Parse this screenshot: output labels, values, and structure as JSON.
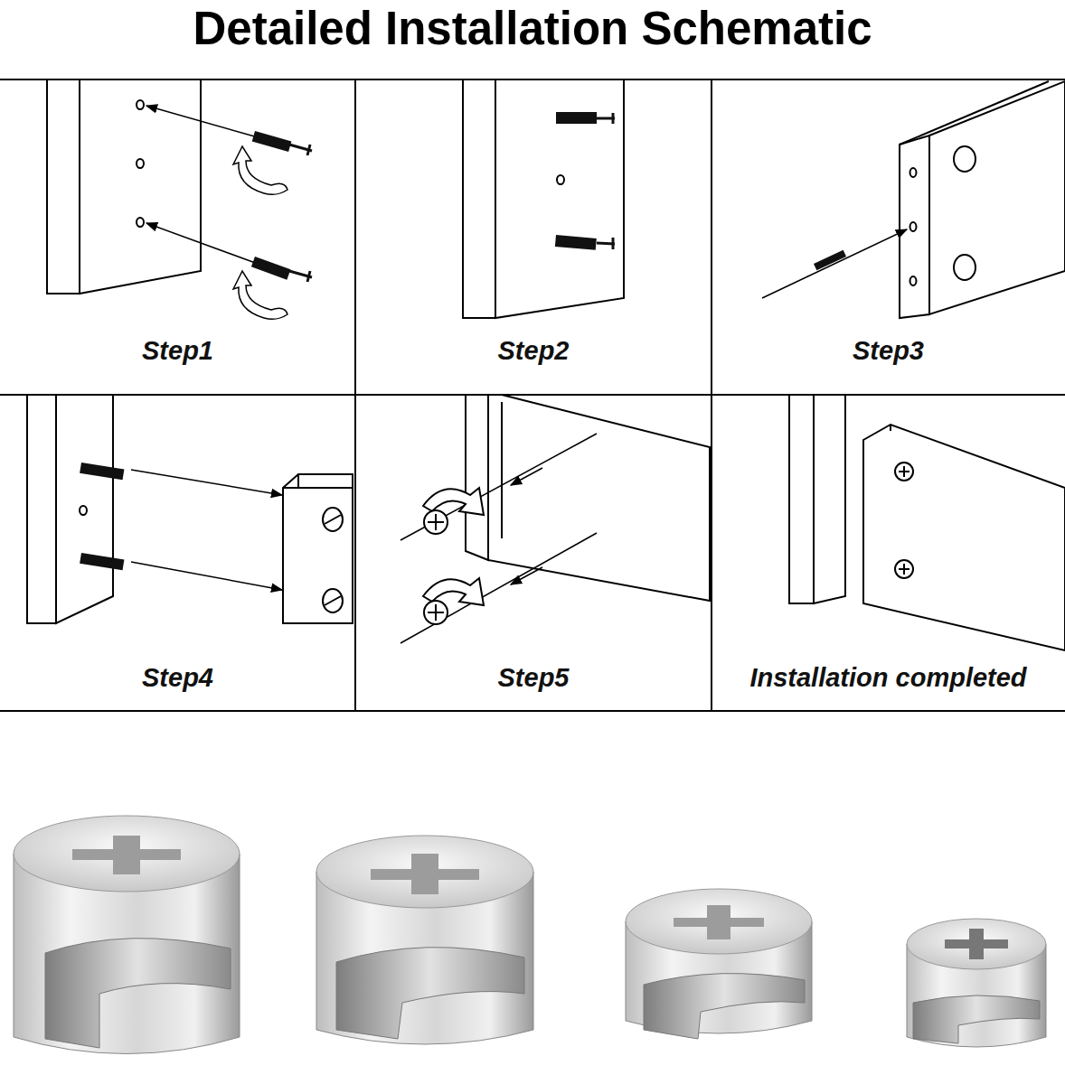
{
  "diagram": {
    "title": "Detailed Installation Schematic",
    "nodes": [
      {
        "text": [
          "Step1"
        ]
      },
      {
        "text": [
          "Step2"
        ]
      },
      {
        "text": [
          "Step3"
        ]
      },
      {
        "text": [
          "Step4"
        ]
      },
      {
        "text": [
          "Step5"
        ]
      },
      {
        "text": [
          "Installation completed"
        ]
      }
    ]
  }
}
